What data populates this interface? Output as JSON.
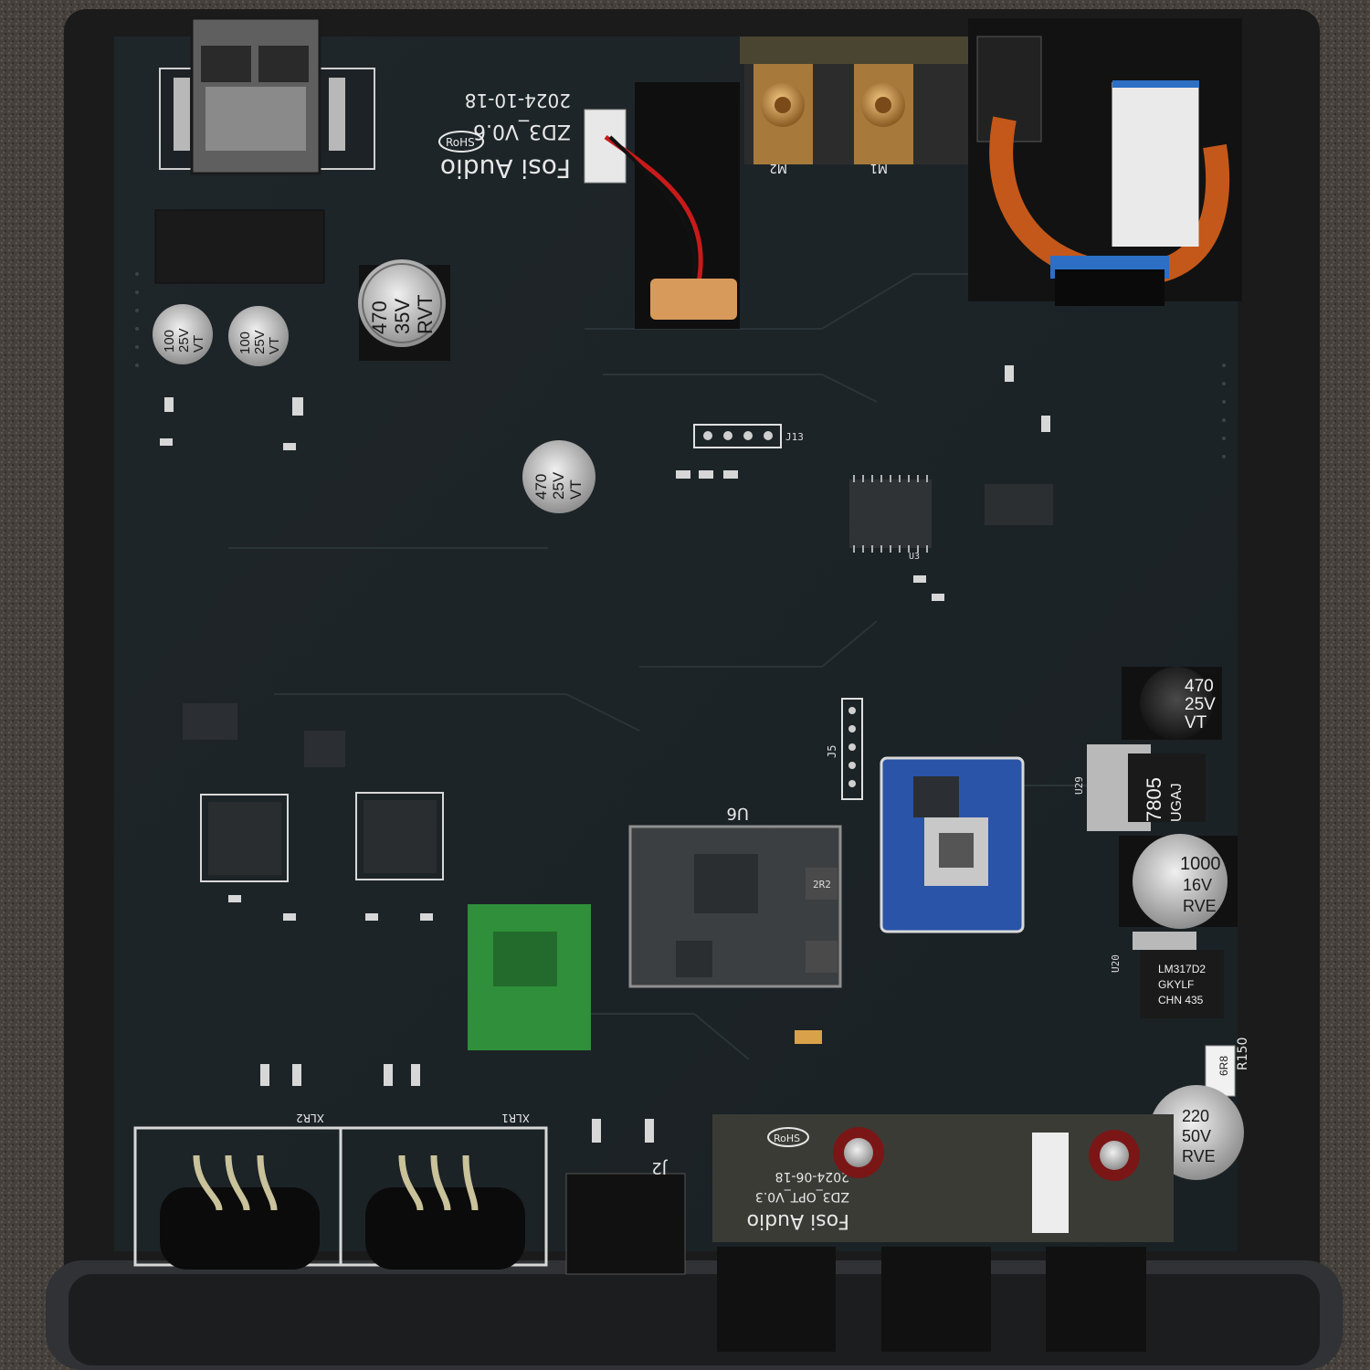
{
  "board": {
    "brand": "Fosi Audio",
    "model": "ZD3_V0.6",
    "date": "2024-10-18",
    "rohs": "RoHS"
  },
  "daughter_board": {
    "brand": "Fosi Audio",
    "model": "ZD3_OPT_V0.3",
    "date": "2024-06-18",
    "rohs": "RoHS"
  },
  "capacitors": {
    "c470_35": [
      "470",
      "35V",
      "RVT"
    ],
    "c100_a": [
      "100",
      "25V",
      "VT"
    ],
    "c100_b": [
      "100",
      "25V",
      "VT"
    ],
    "c470_25_mid": [
      "470",
      "25V",
      "VT"
    ],
    "c470_25_right": [
      "470",
      "25V",
      "VT"
    ],
    "c1000": [
      "1000",
      "16V",
      "RVE"
    ],
    "c220": [
      "220",
      "50V",
      "RVE"
    ]
  },
  "regulators": {
    "u29": [
      "7805",
      "UGAJ"
    ],
    "u20": [
      "LM317D2",
      "GKYLF",
      "CHN 435"
    ]
  },
  "labels": {
    "xlr1": "XLR1",
    "xlr2": "XLR2",
    "j2": "J2",
    "u6": "U6",
    "j5": "J5",
    "m1": "M1",
    "m2": "M2",
    "r150": "R150",
    "resistor_code": "6R8",
    "j13": "J13",
    "u3": "U3",
    "u29_ref": "U29",
    "u20_ref": "U20",
    "inductor": "2R2"
  }
}
